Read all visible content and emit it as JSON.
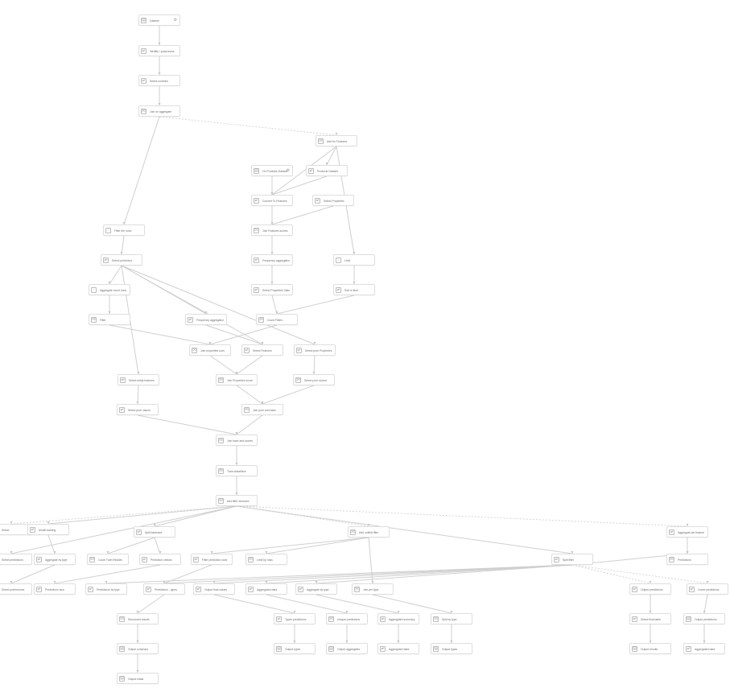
{
  "diagram": {
    "nodes": [
      {
        "id": "n1",
        "title": "Dataset",
        "subtitle": "",
        "icon": "dataset-icon",
        "gear": true
      },
      {
        "id": "n2",
        "title": "Identify / preprocess",
        "subtitle": "",
        "icon": "transform-icon"
      },
      {
        "id": "n3",
        "title": "Select columns",
        "subtitle": "",
        "icon": "transform-icon"
      },
      {
        "id": "n4",
        "title": "Join on aggregate",
        "subtitle": "",
        "icon": "join-icon"
      },
      {
        "id": "n5",
        "title": "Add for Features",
        "subtitle": "",
        "icon": "join-icon"
      },
      {
        "id": "n6",
        "title": "On Products Dataset",
        "subtitle": "",
        "icon": "dataset-icon",
        "gear": true
      },
      {
        "id": "n7",
        "title": "Products Dataset",
        "subtitle": "",
        "icon": "transform-icon"
      },
      {
        "id": "n8",
        "title": "Convert To Features",
        "subtitle": "",
        "icon": "transform-icon"
      },
      {
        "id": "n9",
        "title": "Select Properties",
        "subtitle": "",
        "icon": "transform-icon"
      },
      {
        "id": "n10",
        "title": "Join Features scores",
        "subtitle": "",
        "icon": "join-icon"
      },
      {
        "id": "n11",
        "title": "Filter the rows",
        "subtitle": "",
        "icon": "filter-icon"
      },
      {
        "id": "n12",
        "title": "Frequency aggregation",
        "subtitle": "",
        "icon": "transform-icon"
      },
      {
        "id": "n13",
        "title": "Limit",
        "subtitle": "",
        "icon": "filter-icon"
      },
      {
        "id": "n14",
        "title": "Select predictors",
        "subtitle": "",
        "icon": "transform-icon"
      },
      {
        "id": "n15",
        "title": "Select Properties Value",
        "subtitle": "",
        "icon": "transform-icon"
      },
      {
        "id": "n16",
        "title": "Sort in time",
        "subtitle": "",
        "icon": "transform-icon"
      },
      {
        "id": "n17",
        "title": "Aggregate count rows",
        "subtitle": "",
        "icon": "filter-icon"
      },
      {
        "id": "n18",
        "title": "Filter",
        "subtitle": "",
        "icon": "join-icon"
      },
      {
        "id": "n19",
        "title": "Count Filters",
        "subtitle": "",
        "icon": "join-icon"
      },
      {
        "id": "n20",
        "title": "Frequency aggregation",
        "subtitle": "",
        "icon": "transform-icon"
      },
      {
        "id": "n21",
        "title": "Join properties sum",
        "subtitle": "",
        "icon": "join-icon"
      },
      {
        "id": "n22",
        "title": "Select Features",
        "subtitle": "",
        "icon": "transform-icon"
      },
      {
        "id": "n23",
        "title": "Select pure Properties",
        "subtitle": "",
        "icon": "transform-icon"
      },
      {
        "id": "n24",
        "title": "Select entity features",
        "subtitle": "",
        "icon": "transform-icon"
      },
      {
        "id": "n25",
        "title": "Join Properties score",
        "subtitle": "",
        "icon": "join-icon"
      },
      {
        "id": "n26",
        "title": "Select pure scores",
        "subtitle": "",
        "icon": "join-icon"
      },
      {
        "id": "n27",
        "title": "Select pure values",
        "subtitle": "",
        "icon": "transform-icon"
      },
      {
        "id": "n28",
        "title": "Join pure and base",
        "subtitle": "",
        "icon": "join-icon"
      },
      {
        "id": "n29",
        "title": "Join base and scores",
        "subtitle": "",
        "icon": "join-icon"
      },
      {
        "id": "n30",
        "title": "Train classifiers",
        "subtitle": "",
        "icon": "join-icon"
      },
      {
        "id": "n31",
        "title": "Add filter structure",
        "subtitle": "",
        "icon": "join-icon"
      },
      {
        "id": "n32",
        "title": "Select",
        "subtitle": "",
        "icon": "transform-icon"
      },
      {
        "id": "n33",
        "title": "Model training",
        "subtitle": "",
        "icon": "transform-icon"
      },
      {
        "id": "n34",
        "title": "Split balanced",
        "subtitle": "",
        "icon": "transform-icon"
      },
      {
        "id": "n35",
        "title": "Add unified filter",
        "subtitle": "",
        "icon": "join-icon"
      },
      {
        "id": "n36",
        "title": "Aggregate per feature",
        "subtitle": "",
        "icon": "transform-icon"
      },
      {
        "id": "n37",
        "title": "Select predictions",
        "subtitle": "",
        "icon": "join-icon"
      },
      {
        "id": "n38",
        "title": "Aggregate by type",
        "subtitle": "",
        "icon": "transform-icon"
      },
      {
        "id": "n39",
        "title": "Count Train Results",
        "subtitle": "",
        "icon": "join-icon"
      },
      {
        "id": "n40",
        "title": "Prediction checks",
        "subtitle": "",
        "icon": "transform-icon"
      },
      {
        "id": "n41",
        "title": "Filter prediction rows",
        "subtitle": "",
        "icon": "transform-icon"
      },
      {
        "id": "n42",
        "title": "Limit by rows",
        "subtitle": "",
        "icon": "join-icon"
      },
      {
        "id": "n43",
        "title": "Split filter",
        "subtitle": "",
        "icon": "transform-icon"
      },
      {
        "id": "n44",
        "title": "Predictions",
        "subtitle": "",
        "icon": "join-icon"
      },
      {
        "id": "n45",
        "title": "Select preferences",
        "subtitle": "",
        "icon": "join-icon"
      },
      {
        "id": "n46",
        "title": "Predictions sum",
        "subtitle": "",
        "icon": "transform-icon"
      },
      {
        "id": "n47",
        "title": "Predictions by type",
        "subtitle": "",
        "icon": "transform-icon"
      },
      {
        "id": "n48",
        "title": "Predictions - types",
        "subtitle": "",
        "icon": "transform-icon"
      },
      {
        "id": "n49",
        "title": "Output final values",
        "subtitle": "",
        "icon": "transform-icon"
      },
      {
        "id": "n50",
        "title": "Aggregated data",
        "subtitle": "",
        "icon": "transform-icon"
      },
      {
        "id": "n51",
        "title": "Aggregate by type",
        "subtitle": "",
        "icon": "transform-icon"
      },
      {
        "id": "n52",
        "title": "Join per type",
        "subtitle": "",
        "icon": "join-icon"
      },
      {
        "id": "n53",
        "title": "Output predictions",
        "subtitle": "",
        "icon": "transform-icon"
      },
      {
        "id": "n54",
        "title": "Count predictions",
        "subtitle": "",
        "icon": "transform-icon"
      },
      {
        "id": "n55",
        "title": "Structured results",
        "subtitle": "",
        "icon": "join-icon"
      },
      {
        "id": "n56",
        "title": "Types predictions",
        "subtitle": "",
        "icon": "transform-icon"
      },
      {
        "id": "n57",
        "title": "Unique predictions",
        "subtitle": "",
        "icon": "join-icon"
      },
      {
        "id": "n58",
        "title": "Aggregated summary",
        "subtitle": "",
        "icon": "transform-icon"
      },
      {
        "id": "n59",
        "title": "Split by type",
        "subtitle": "",
        "icon": "join-icon"
      },
      {
        "id": "n60",
        "title": "Select final table",
        "subtitle": "",
        "icon": "transform-icon"
      },
      {
        "id": "n61",
        "title": "Output predictions",
        "subtitle": "",
        "icon": "dataset-icon"
      },
      {
        "id": "n62",
        "title": "Output summary",
        "subtitle": "",
        "icon": "dataset-icon"
      },
      {
        "id": "n63",
        "title": "Output types",
        "subtitle": "",
        "icon": "dataset-icon"
      },
      {
        "id": "n64",
        "title": "Output aggregates",
        "subtitle": "",
        "icon": "dataset-icon"
      },
      {
        "id": "n65",
        "title": "Aggregated data",
        "subtitle": "",
        "icon": "transform-icon"
      },
      {
        "id": "n66",
        "title": "Output types",
        "subtitle": "",
        "icon": "dataset-icon"
      },
      {
        "id": "n67",
        "title": "Output results",
        "subtitle": "",
        "icon": "dataset-icon"
      },
      {
        "id": "n68",
        "title": "Aggregated data",
        "subtitle": "",
        "icon": "transform-icon"
      },
      {
        "id": "n69",
        "title": "Output totals",
        "subtitle": "",
        "icon": "dataset-icon"
      }
    ]
  }
}
